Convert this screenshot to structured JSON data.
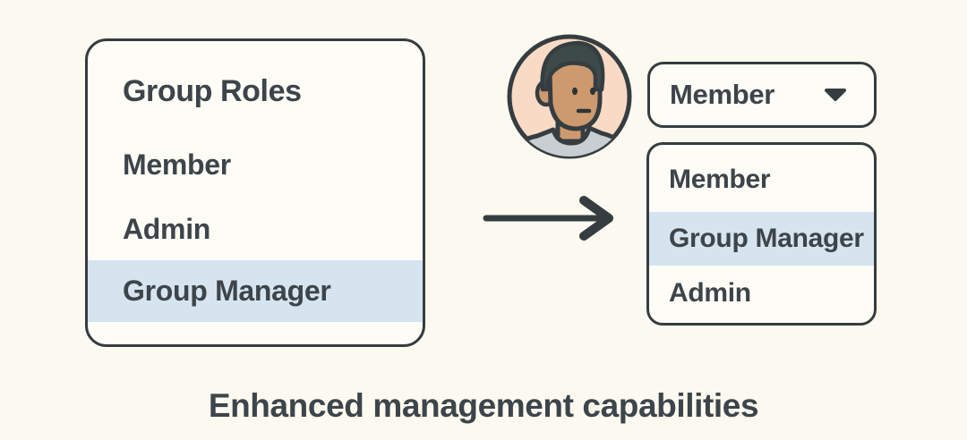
{
  "colors": {
    "canvas_bg": "#FCFAF0",
    "panel_bg": "#FDFCF6",
    "border": "#363D40",
    "text": "#3D444A",
    "highlight": "#D6E4F0",
    "avatar_bg": "#F8DAC5",
    "avatar_skin": "#CD9A70",
    "avatar_hair": "#3E4A48",
    "avatar_shirt": "#C9CED3"
  },
  "icons": {
    "avatar": "person-avatar",
    "arrow": "arrow-right",
    "caret": "caret-down"
  },
  "roles_panel": {
    "title": "Group Roles",
    "items": [
      {
        "label": "Member",
        "highlighted": false
      },
      {
        "label": "Admin",
        "highlighted": false
      },
      {
        "label": "Group Manager",
        "highlighted": true
      }
    ]
  },
  "role_dropdown": {
    "selected": "Member",
    "options": [
      {
        "label": "Member",
        "highlighted": false
      },
      {
        "label": "Group Manager",
        "highlighted": true
      },
      {
        "label": "Admin",
        "highlighted": false
      }
    ]
  },
  "caption": "Enhanced management capabilities"
}
